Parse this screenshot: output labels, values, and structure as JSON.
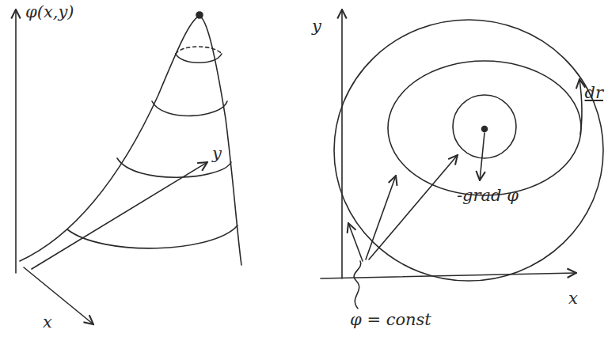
{
  "diagram": {
    "labels": [
      "φ(x,y)",
      "y",
      "dr",
      "y",
      "-grad φ",
      "x",
      "x",
      "φ = const"
    ]
  }
}
